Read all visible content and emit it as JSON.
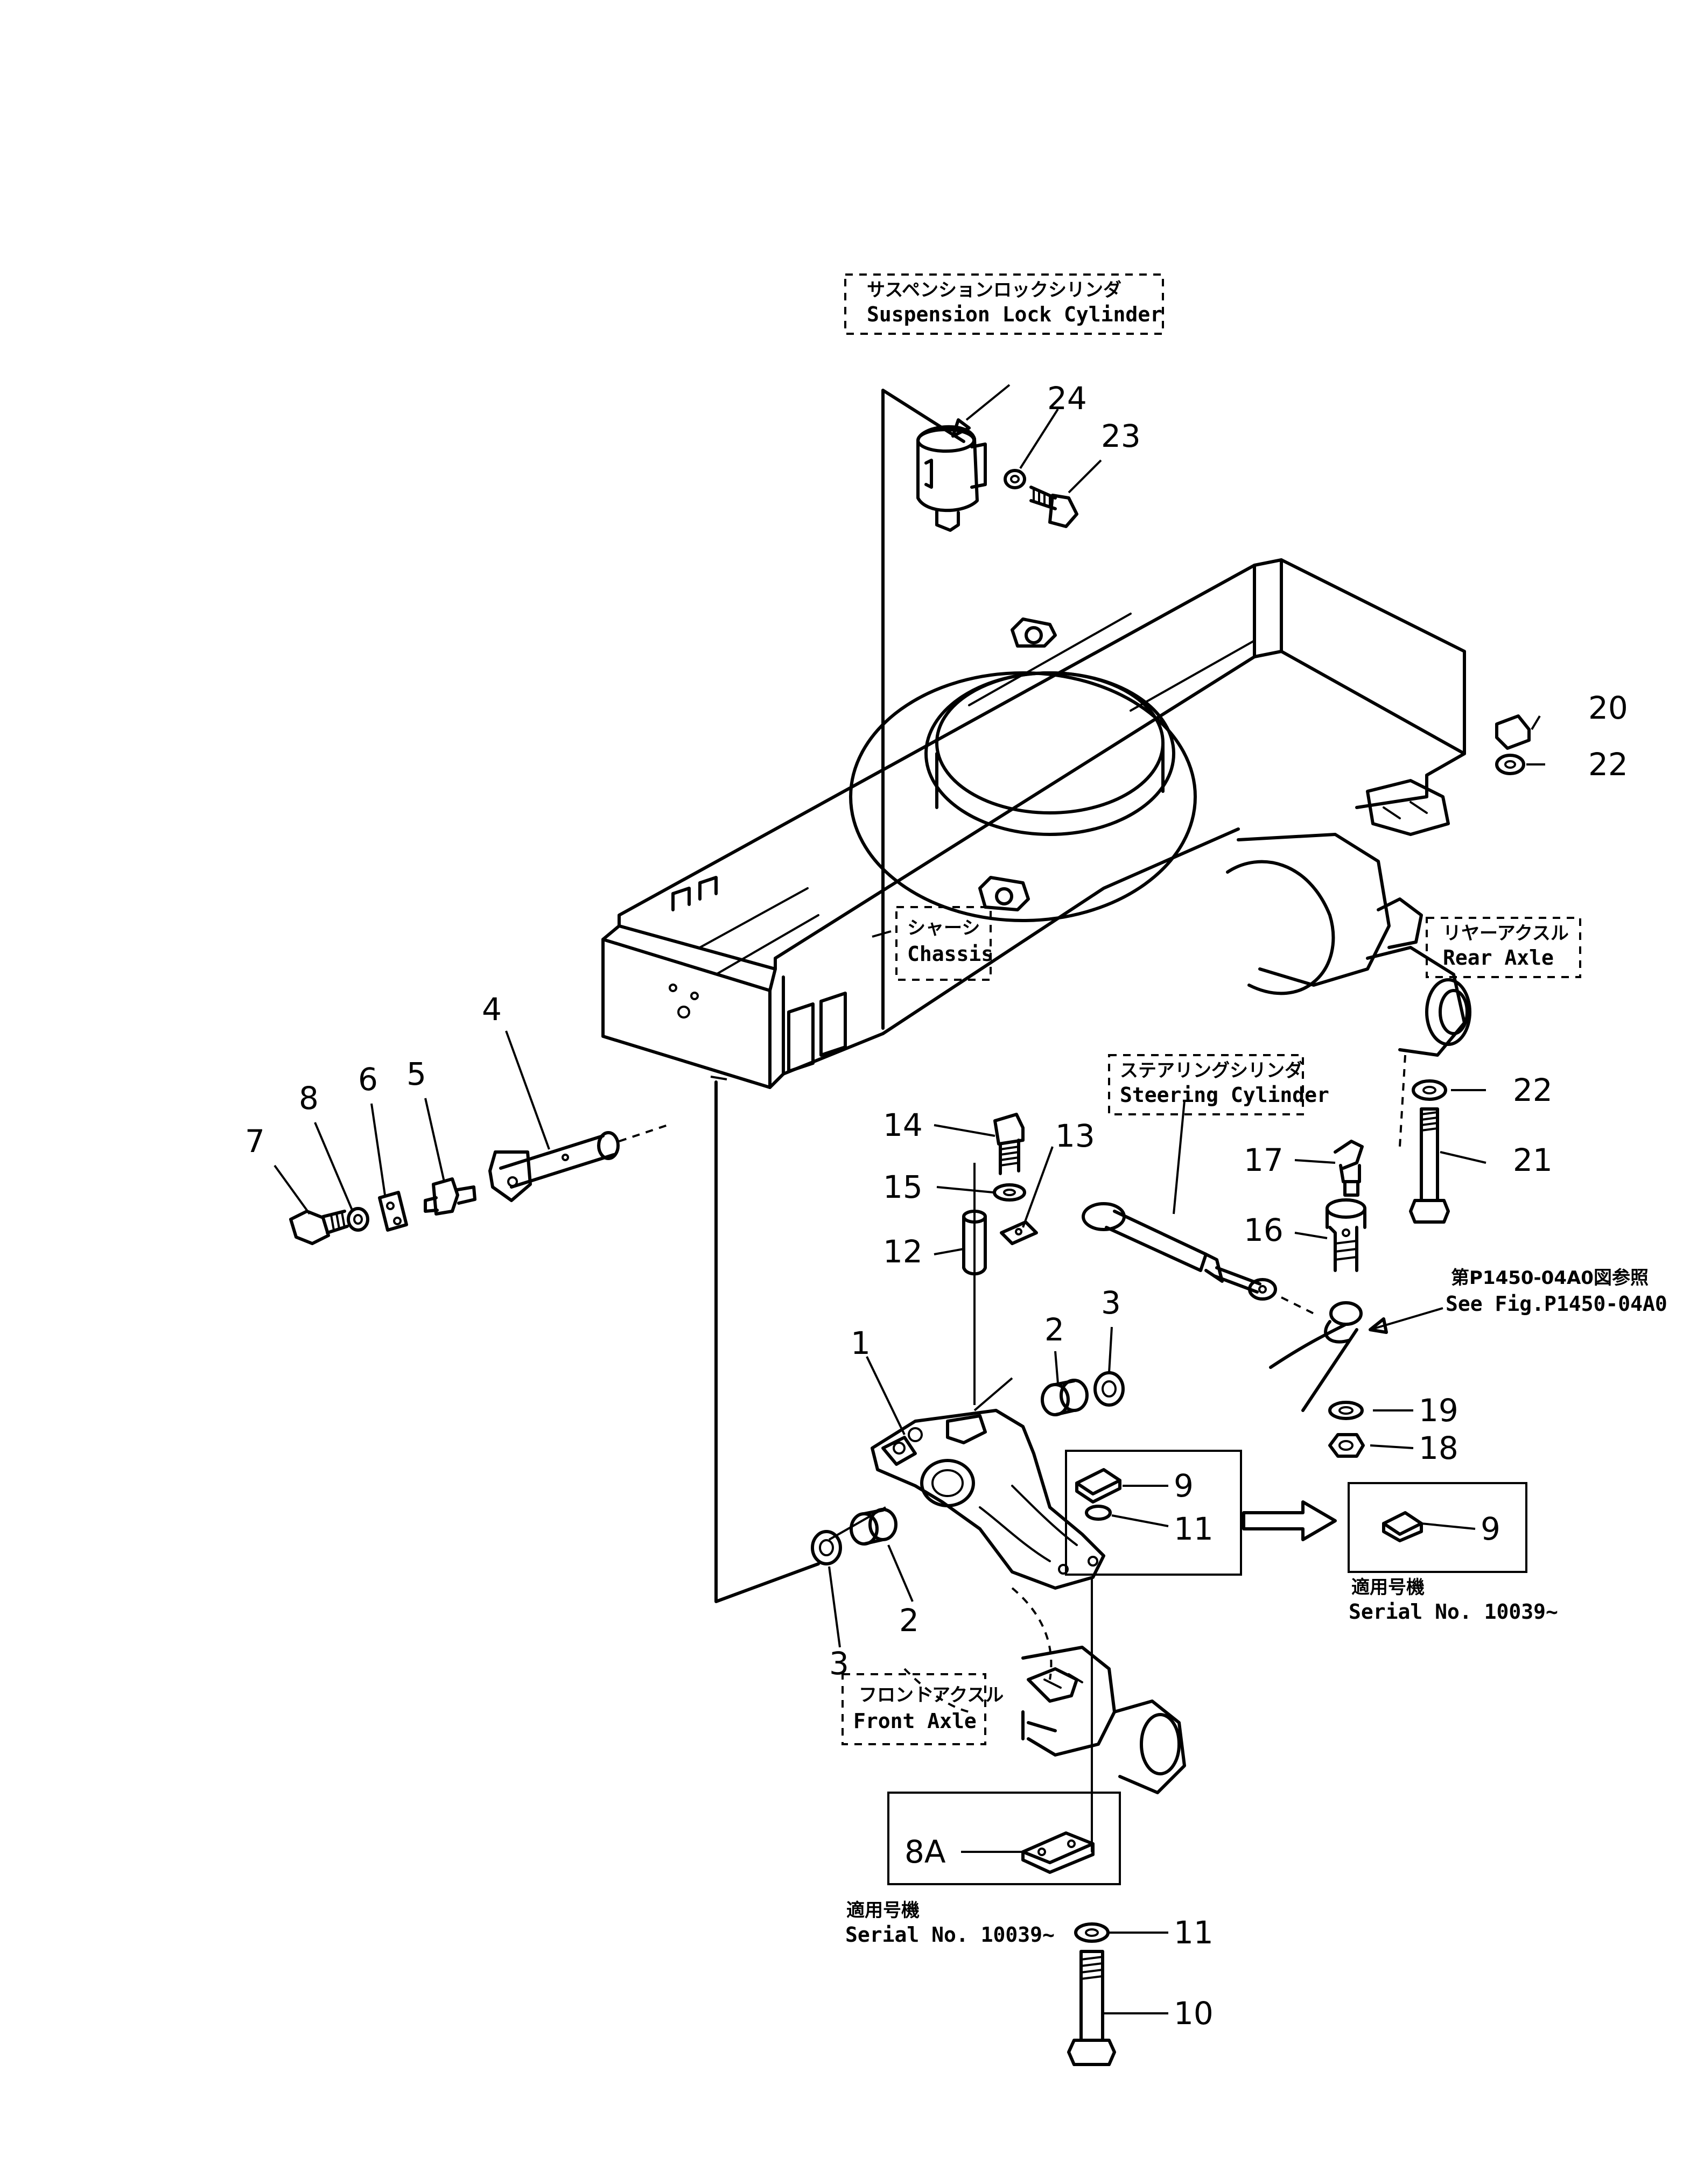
{
  "labels": {
    "suspension_lock_cylinder_jp": "サスペンションロックシリンダ",
    "suspension_lock_cylinder_en": "Suspension Lock Cylinder",
    "chassis_jp": "シャーシ",
    "chassis_en": "Chassis",
    "rear_axle_jp": "リヤーアクスル",
    "rear_axle_en": "Rear Axle",
    "steering_cylinder_jp": "ステアリングシリンダ",
    "steering_cylinder_en": "Steering Cylinder",
    "see_fig_jp": "第P1450-04A0図参照",
    "see_fig_en": "See Fig.P1450-04A0",
    "front_axle_jp": "フロントアクスル",
    "front_axle_en": "Front Axle",
    "applicable_serial_jp": "適用号機",
    "serial_no": "Serial No. 10039~"
  },
  "part_numbers": {
    "p1": "1",
    "p2a": "2",
    "p2b": "2",
    "p3a": "3",
    "p3b": "3",
    "p4": "4",
    "p5": "5",
    "p6": "6",
    "p7": "7",
    "p8": "8",
    "p8a": "8A",
    "p9a": "9",
    "p9b": "9",
    "p10": "10",
    "p11a": "11",
    "p11b": "11",
    "p12": "12",
    "p13": "13",
    "p14": "14",
    "p15": "15",
    "p16": "16",
    "p17": "17",
    "p18": "18",
    "p19": "19",
    "p20": "20",
    "p21": "21",
    "p22a": "22",
    "p22b": "22",
    "p23": "23",
    "p24": "24"
  }
}
